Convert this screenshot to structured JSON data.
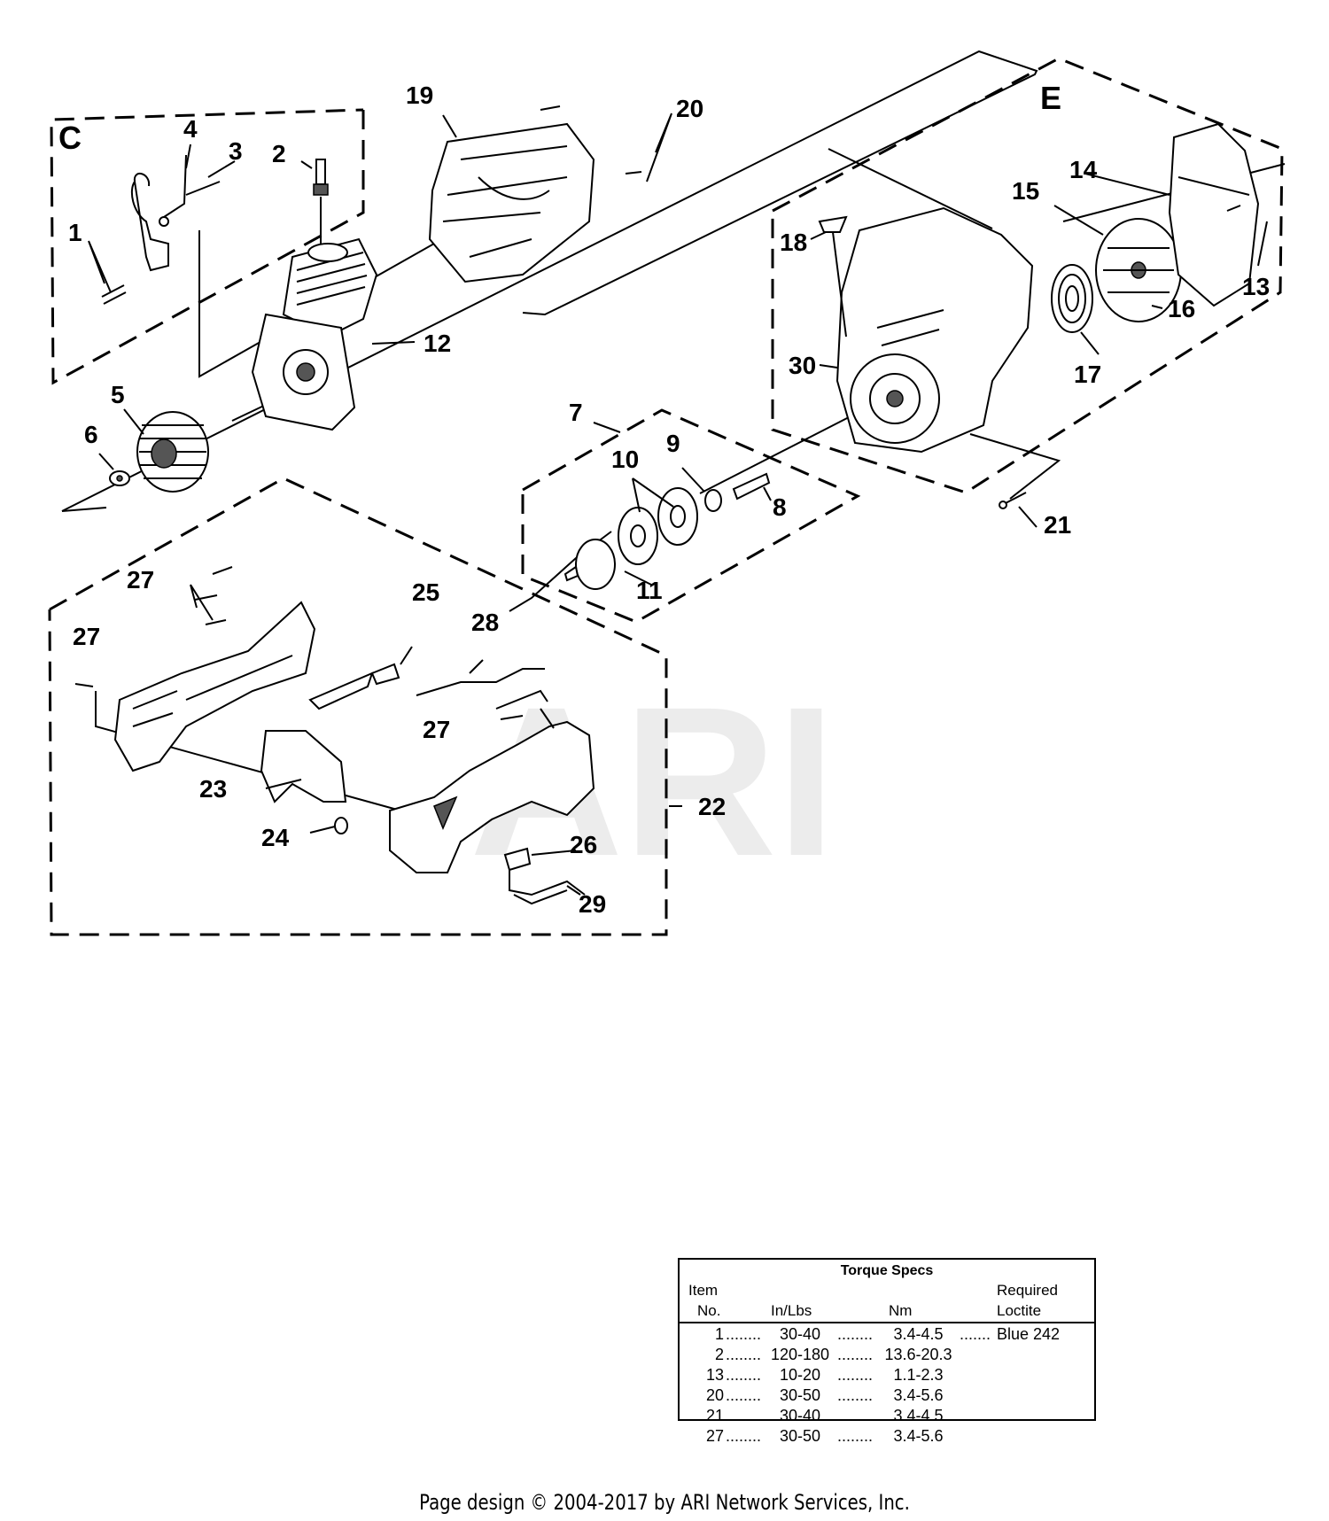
{
  "sections": {
    "c": "C",
    "e": "E"
  },
  "labels": {
    "p1": "1",
    "p2": "2",
    "p3": "3",
    "p4": "4",
    "p5": "5",
    "p6": "6",
    "p7": "7",
    "p8": "8",
    "p9": "9",
    "p10": "10",
    "p11": "11",
    "p12": "12",
    "p13": "13",
    "p14": "14",
    "p15": "15",
    "p16": "16",
    "p17": "17",
    "p18": "18",
    "p19": "19",
    "p20": "20",
    "p21": "21",
    "p22": "22",
    "p23": "23",
    "p24": "24",
    "p25": "25",
    "p26": "26",
    "p27a": "27",
    "p27b": "27",
    "p27c": "27",
    "p28": "28",
    "p29": "29",
    "p30": "30"
  },
  "watermark": "ARI",
  "torque_table": {
    "title": "Torque Specs",
    "header": {
      "item": "Item",
      "no": "No.",
      "inlbs": "In/Lbs",
      "nm": "Nm",
      "required": "Required",
      "loctite": "Loctite"
    },
    "rows": [
      {
        "item": "1",
        "inlbs": "30-40",
        "nm": "3.4-4.5",
        "loctite": "Blue 242"
      },
      {
        "item": "2",
        "inlbs": "120-180",
        "nm": "13.6-20.3",
        "loctite": ""
      },
      {
        "item": "13",
        "inlbs": "10-20",
        "nm": "1.1-2.3",
        "loctite": ""
      },
      {
        "item": "20",
        "inlbs": "30-50",
        "nm": "3.4-5.6",
        "loctite": ""
      },
      {
        "item": "21",
        "inlbs": "30-40",
        "nm": "3.4-4.5",
        "loctite": ""
      },
      {
        "item": "27",
        "inlbs": "30-50",
        "nm": "3.4-5.6",
        "loctite": ""
      }
    ]
  },
  "footer": "Page design © 2004-2017 by ARI Network Services, Inc."
}
